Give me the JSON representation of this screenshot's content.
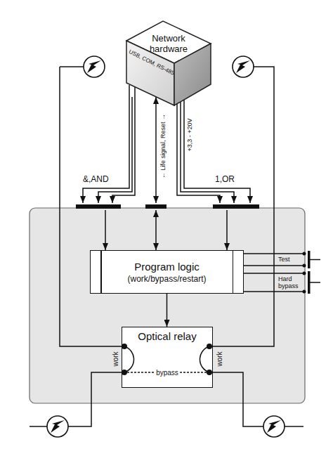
{
  "diagram": {
    "nodes": [
      {
        "text": [
          "Network hardware",
          "USB, COM, RS-485"
        ]
      },
      {
        "text": [
          "Program logic",
          "(work/bypass/restart)"
        ]
      },
      {
        "text": [
          "Optical relay"
        ]
      }
    ],
    "edges": [
      {
        "from": 0,
        "to": 1,
        "arrow": "to",
        "label": "&,AND"
      },
      {
        "from": 0,
        "to": 1,
        "arrow": "both",
        "label": "← Life signal, Reset →"
      },
      {
        "from": 0,
        "to": 1,
        "arrow": "to",
        "label": "1,OR"
      },
      {
        "from": 1,
        "to": 2,
        "arrow": "to"
      }
    ],
    "labels": [
      "+3,3 - +20V",
      "Test",
      "Hard bypass",
      "work",
      "bypass",
      "work"
    ]
  }
}
